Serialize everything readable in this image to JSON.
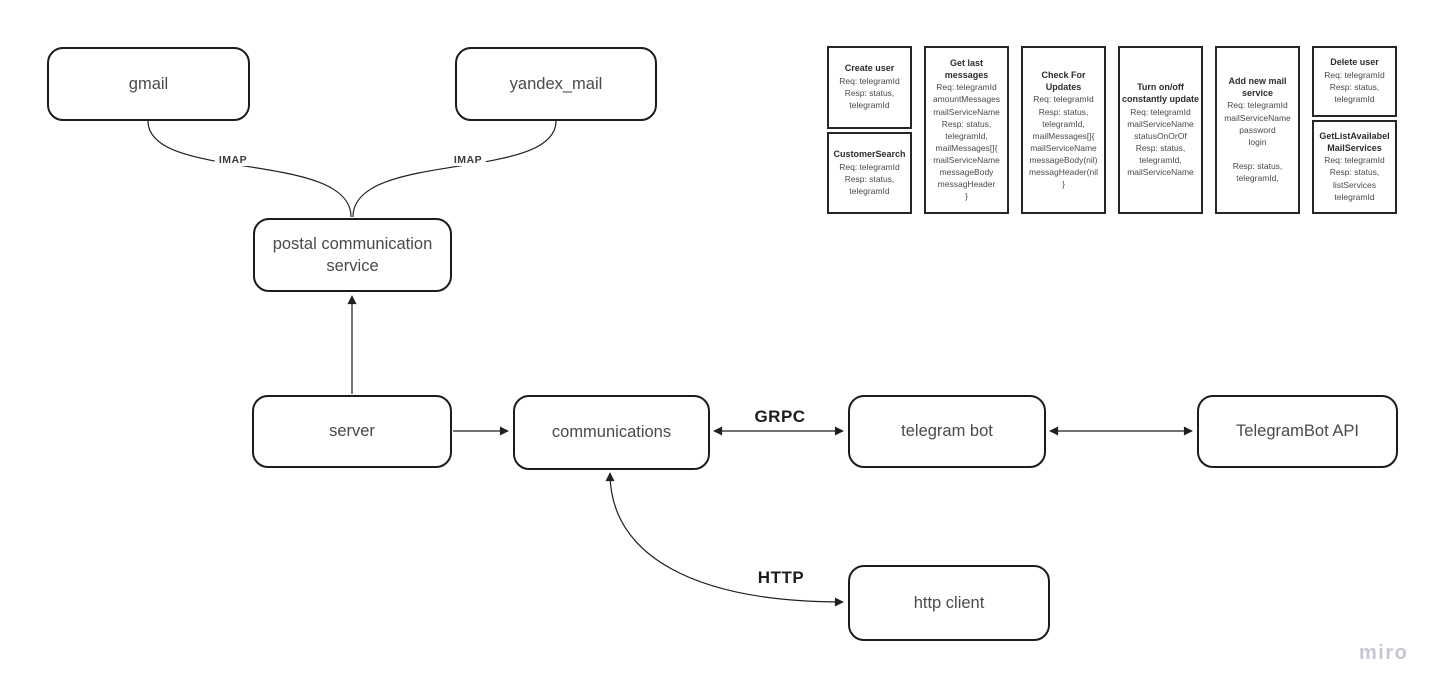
{
  "app": {
    "watermark": "miro"
  },
  "colors": {
    "background": "#ffffff",
    "node_border": "#1c1c1c",
    "node_text": "#4a4a4a",
    "edge": "#1f1f1f",
    "watermark": "#c7c6d3"
  },
  "nodes": {
    "gmail": {
      "label": "gmail"
    },
    "yandex_mail": {
      "label": "yandex_mail"
    },
    "postal": {
      "label": "postal communication service"
    },
    "server": {
      "label": "server"
    },
    "communications": {
      "label": "communications"
    },
    "telegram_bot": {
      "label": "telegram bot"
    },
    "telegrambot_api": {
      "label": "TelegramBot API"
    },
    "http_client": {
      "label": "http client"
    }
  },
  "edge_labels": {
    "imap_left": "IMAP",
    "imap_right": "IMAP",
    "grpc": "GRPC",
    "http": "HTTP"
  },
  "cards": {
    "create_user": {
      "title": "Create user",
      "body": "Req: telegramId\nResp: status,\ntelegramId"
    },
    "customer_search": {
      "title": "CustomerSearch",
      "body": "Req: telegramId\nResp: status,\ntelegramId"
    },
    "get_last_messages": {
      "title": "Get last messages",
      "body": "Req: telegramId\namountMessages\nmailServiceName\nResp: status,\ntelegramId,\nmailMessages[]{\nmailServiceName\nmessageBody\nmessagHeader\n}"
    },
    "check_for_updates": {
      "title": "Check For Updates",
      "body": "Req: telegramId\nResp: status,\ntelegramId,\nmailMessages[]{\nmailServiceName\nmessageBody(nil)\nmessagHeader(nil\n}"
    },
    "turn_on_off": {
      "title": "Turn on/off constantly update",
      "body": "Req: telegramId\nmailServiceName\nstatusOnOrOf\nResp: status,\ntelegramId,\nmailServiceName"
    },
    "add_new_mail_service": {
      "title": "Add new mail service",
      "body": "Req: telegramId\nmailServiceName\npassword\nlogin\n\nResp: status,\ntelegramId,"
    },
    "delete_user": {
      "title": "Delete user",
      "body": "Req: telegramId\nResp: status,\ntelegramId"
    },
    "get_list_availabel": {
      "title": "GetListAvailabel MailServices",
      "body": "Req: telegramId\nResp: status,\nlistServices\ntelegramId"
    }
  }
}
